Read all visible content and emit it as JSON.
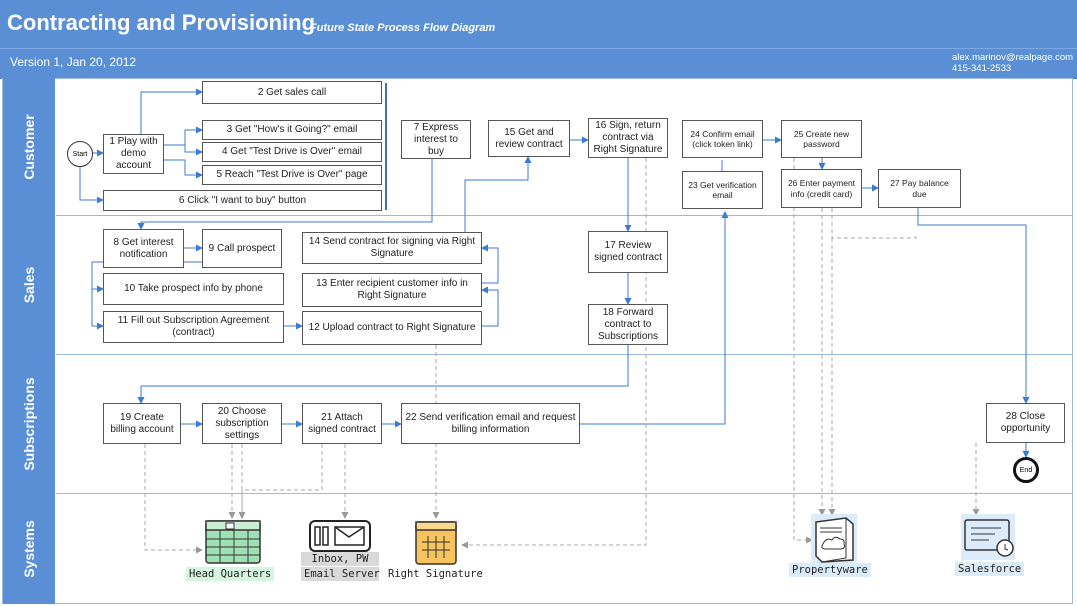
{
  "header": {
    "title": "Contracting and Provisioning",
    "subtitle": "Future State Process Flow Diagram",
    "version": "Version 1, Jan 20, 2012",
    "email": "alex.marinov@realpage.com",
    "phone": "415-341-2533"
  },
  "lanes": {
    "customer": "Customer",
    "sales": "Sales",
    "subscriptions": "Subscriptions",
    "systems": "Systems"
  },
  "nodes": {
    "start": "Start",
    "end": "End",
    "n1": "1 Play with demo account",
    "n2": "2 Get sales call",
    "n3": "3 Get \"How's it Going?\" email",
    "n4": "4 Get \"Test Drive is Over\" email",
    "n5": "5 Reach \"Test Drive is Over\" page",
    "n6": "6 Click \"I want to buy\" button",
    "n7": "7 Express interest to buy",
    "n8": "8 Get interest notification",
    "n9": "9 Call prospect",
    "n10": "10 Take prospect info by phone",
    "n11": "11 Fill out Subscription Agreement (contract)",
    "n12": "12 Upload contract to Right Signature",
    "n13": "13 Enter recipient customer info in Right Signature",
    "n14": "14 Send contract for signing via Right Signature",
    "n15": "15 Get and review contract",
    "n16": "16 Sign, return contract via Right Signature",
    "n17": "17 Review signed contract",
    "n18": "18 Forward contract to Subscriptions",
    "n19": "19 Create billing account",
    "n20": "20 Choose subscription settings",
    "n21": "21 Attach signed contract",
    "n22": "22 Send verification email and request billing information",
    "n23": "23 Get verification email",
    "n24": "24 Confirm email (click token link)",
    "n25": "25 Create new password",
    "n26": "26 Enter payment info (credit card)",
    "n27": "27 Pay balance due",
    "n28": "28 Close opportunity"
  },
  "systems": {
    "hq": "Head Quarters",
    "email_icon_text": "Inbox, PW",
    "email_server": "Email Server",
    "right_signature": "Right Signature",
    "propertyware": "Propertyware",
    "salesforce": "Salesforce"
  },
  "colors": {
    "header_blue": "#5a8fd6",
    "flow_arrow": "#3a7bd5",
    "system_link": "#aaaaaa",
    "hq_label_bg": "#d6f5e0",
    "email_label_bg": "#d9d9d9",
    "pw_label_bg": "#dcebfa",
    "sf_label_bg": "#dcebfa"
  }
}
